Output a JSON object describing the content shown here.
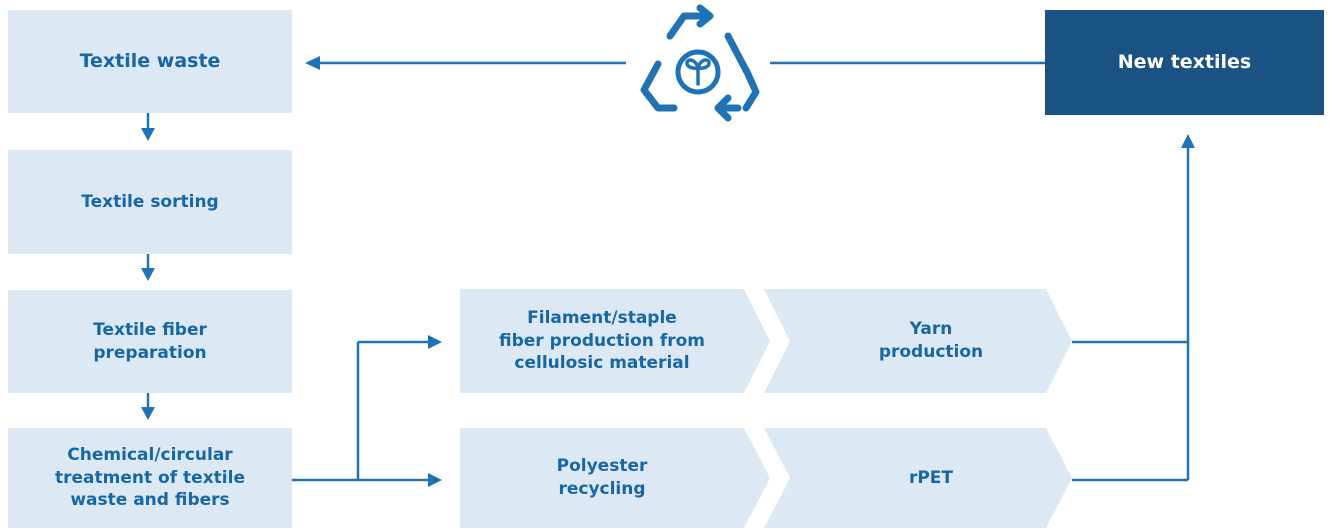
{
  "colors": {
    "box_fill": "#dce9f5",
    "box_text": "#1766a6",
    "accent_box": "#195283",
    "arrow": "#1f73b4"
  },
  "boxes": {
    "textile_waste": "Textile waste",
    "textile_sorting": "Textile sorting",
    "fiber_preparation": "Textile fiber\npreparation",
    "chemical_treatment": "Chemical/circular\ntreatment of textile\nwaste and fibers",
    "filament_production": "Filament/staple\nfiber production from\ncellulosic material",
    "yarn_production": "Yarn\nproduction",
    "polyester_recycling": "Polyester\nrecycling",
    "rpet": "rPET",
    "new_textiles": "New textiles"
  },
  "icons": {
    "recycle": "recycle-leaf-icon"
  }
}
